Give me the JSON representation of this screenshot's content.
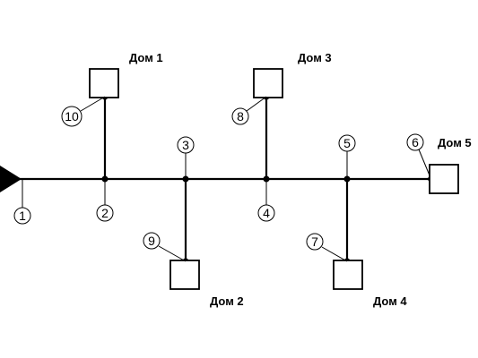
{
  "diagram": {
    "colors": {
      "line": "#000000",
      "background": "#ffffff"
    },
    "source_icon": "triangle-source-icon",
    "houses": [
      {
        "id": "house1",
        "label": "Дом 1"
      },
      {
        "id": "house2",
        "label": "Дом 2"
      },
      {
        "id": "house3",
        "label": "Дом 3"
      },
      {
        "id": "house4",
        "label": "Дом 4"
      },
      {
        "id": "house5",
        "label": "Дом 5"
      }
    ],
    "nodes": [
      {
        "id": "n1",
        "label": "1"
      },
      {
        "id": "n2",
        "label": "2"
      },
      {
        "id": "n3",
        "label": "3"
      },
      {
        "id": "n4",
        "label": "4"
      },
      {
        "id": "n5",
        "label": "5"
      },
      {
        "id": "n6",
        "label": "6"
      },
      {
        "id": "n7",
        "label": "7"
      },
      {
        "id": "n8",
        "label": "8"
      },
      {
        "id": "n9",
        "label": "9"
      },
      {
        "id": "n10",
        "label": "10"
      }
    ]
  }
}
